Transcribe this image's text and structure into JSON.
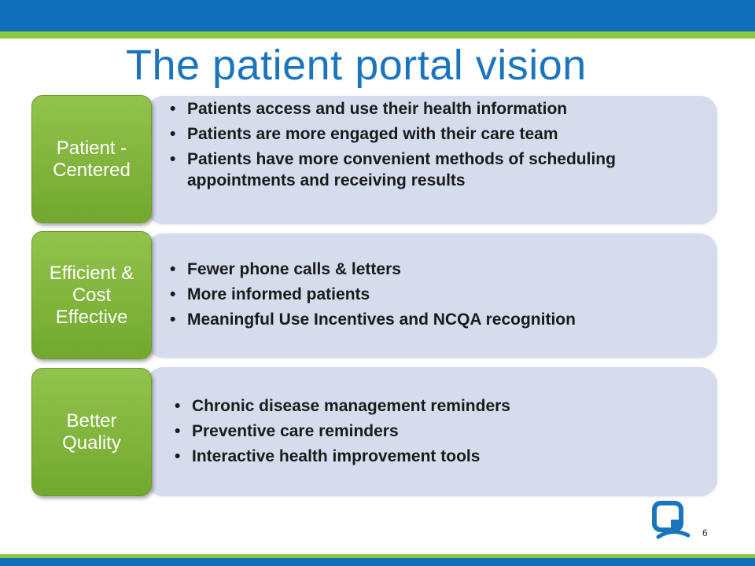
{
  "slide": {
    "title": "The patient portal vision",
    "page_number": "6",
    "colors": {
      "header_blue": "#0f6fb8",
      "accent_green": "#8cc63f",
      "title_blue": "#1b75bc",
      "panel_fill": "#d5dcec",
      "tile_green": "#7fb33a"
    }
  },
  "rows": [
    {
      "label": "Patient - Centered",
      "bullets": [
        "Patients access and use their health information",
        "Patients are more engaged with their care team",
        "Patients have more convenient methods of scheduling appointments and receiving results"
      ]
    },
    {
      "label": "Efficient & Cost Effective",
      "bullets": [
        "Fewer phone calls & letters",
        "More informed patients",
        "Meaningful Use Incentives and NCQA recognition"
      ]
    },
    {
      "label": "Better Quality",
      "bullets": [
        "Chronic disease management reminders",
        "Preventive care reminders",
        "Interactive health improvement tools"
      ]
    }
  ],
  "logo": {
    "icon": "organization-logo-icon"
  }
}
